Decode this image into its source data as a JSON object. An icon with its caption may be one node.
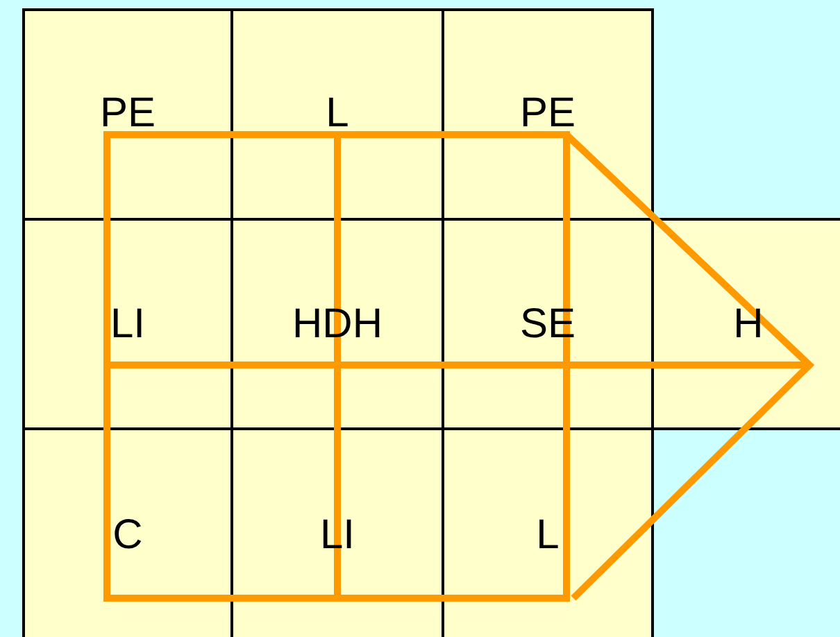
{
  "diagram": {
    "nodes": [
      {
        "text": [
          "PE"
        ]
      },
      {
        "text": [
          "L"
        ]
      },
      {
        "text": [
          "PE"
        ]
      },
      {
        "text": [
          "LI"
        ]
      },
      {
        "text": [
          "HDH"
        ]
      },
      {
        "text": [
          "SE"
        ]
      },
      {
        "text": [
          "H"
        ]
      },
      {
        "text": [
          "C"
        ]
      },
      {
        "text": [
          "LI"
        ]
      },
      {
        "text": [
          "L"
        ]
      }
    ]
  }
}
